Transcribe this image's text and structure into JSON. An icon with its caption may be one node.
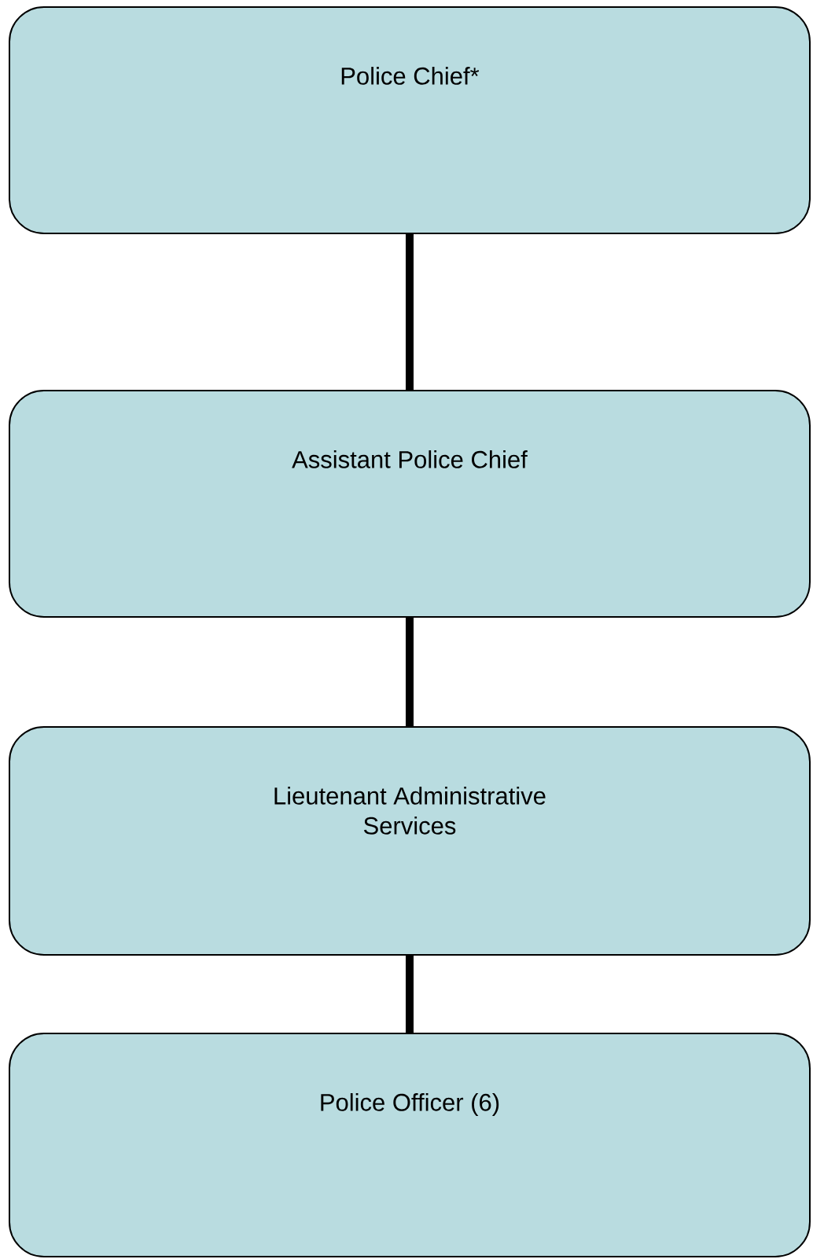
{
  "diagram": {
    "nodes": [
      {
        "text": [
          "Police Chief*"
        ]
      },
      {
        "text": [
          "Assistant Police Chief"
        ]
      },
      {
        "text": [
          "Lieutenant Administrative Services"
        ]
      },
      {
        "text": [
          "Police Officer (6)"
        ]
      }
    ],
    "edges": [
      {
        "from": 0,
        "to": 1,
        "arrow": "none"
      },
      {
        "from": 1,
        "to": 2,
        "arrow": "none"
      },
      {
        "from": 2,
        "to": 3,
        "arrow": "none"
      }
    ]
  }
}
